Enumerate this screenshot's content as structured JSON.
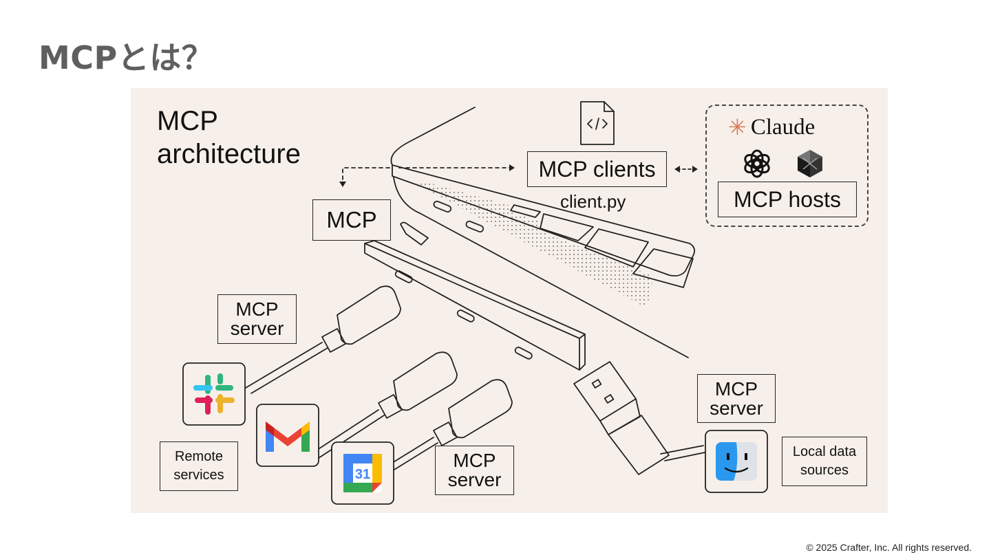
{
  "slide": {
    "title": "MCPとは？",
    "footer": "© 2025 Crafter, Inc. All rights reserved."
  },
  "diagram": {
    "title_line1": "MCP",
    "title_line2": "architecture",
    "labels": {
      "mcp": "MCP",
      "mcp_clients": "MCP clients",
      "client_file": "client.py",
      "mcp_hosts": "MCP hosts",
      "claude": "Claude",
      "mcp_server_top_line1": "MCP",
      "mcp_server_top_line2": "server",
      "mcp_server_bottom_line1": "MCP",
      "mcp_server_bottom_line2": "server",
      "mcp_server_right_line1": "MCP",
      "mcp_server_right_line2": "server",
      "remote_line1": "Remote",
      "remote_line2": "services",
      "local_line1": "Local data",
      "local_line2": "sources",
      "calendar_number": "31"
    },
    "icons": [
      "code-file-icon",
      "claude-logo-icon",
      "openai-logo-icon",
      "perplexity-logo-icon",
      "slack-icon",
      "gmail-icon",
      "google-calendar-icon",
      "finder-icon"
    ],
    "colors": {
      "background": "#f7f0ea",
      "claude_orange": "#d97757",
      "slack": [
        "#36c5f0",
        "#2eb67d",
        "#ecb22e",
        "#e01e5a"
      ],
      "gmail": [
        "#ea4335",
        "#4285f4",
        "#34a853",
        "#fbbc04",
        "#c5221f"
      ],
      "calendar": [
        "#4285f4",
        "#ea4335",
        "#34a853",
        "#fbbc04"
      ],
      "finder": [
        "#2a98ee",
        "#dfe3e8"
      ]
    }
  }
}
